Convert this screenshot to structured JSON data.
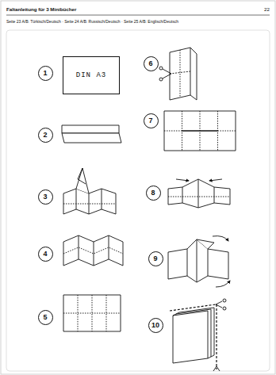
{
  "diagram": {
    "title": "Faltanleitung für 3 Minibücher",
    "nodes": [
      {
        "text": [
          "1"
        ]
      },
      {
        "text": [
          "DIN A3"
        ]
      },
      {
        "text": [
          "2"
        ]
      },
      {
        "text": [
          "3"
        ]
      },
      {
        "text": [
          "4"
        ]
      },
      {
        "text": [
          "5"
        ]
      },
      {
        "text": [
          "6"
        ]
      },
      {
        "text": [
          "7"
        ]
      },
      {
        "text": [
          "8"
        ]
      },
      {
        "text": [
          "9"
        ]
      },
      {
        "text": [
          "10"
        ]
      }
    ],
    "labels": [
      "22",
      "Seite 23 A/B: Türkisch/Deutsch · Seite 24 A/B: Russisch/Deutsch · Seite 25 A/B: Englisch/Deutsch"
    ]
  }
}
